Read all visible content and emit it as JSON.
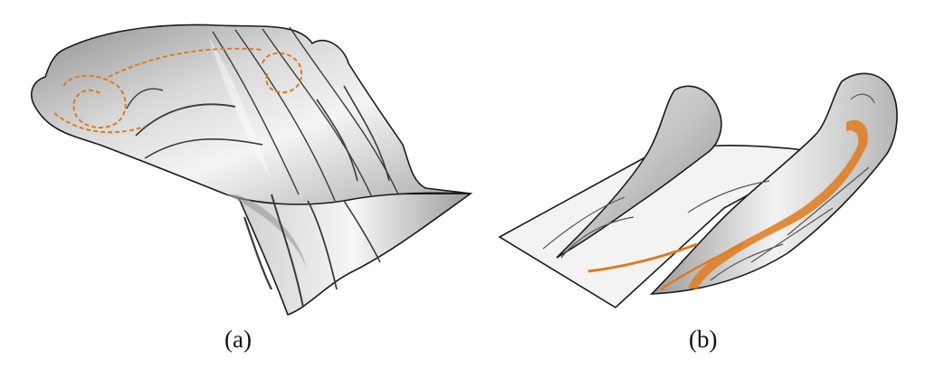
{
  "figure": {
    "panels": [
      {
        "caption": "(a)",
        "surface": "flow-surface-with-vortex-loops"
      },
      {
        "caption": "(b)",
        "surface": "flow-surface-with-helical-ribbon"
      }
    ],
    "colors": {
      "surface_light": "#f2f2f2",
      "surface_mid": "#c9c9c9",
      "surface_dark": "#8a8a8a",
      "outline": "#1a1a1a",
      "streamline": "#3a3a3a",
      "highlight": "#e07a1f"
    }
  }
}
